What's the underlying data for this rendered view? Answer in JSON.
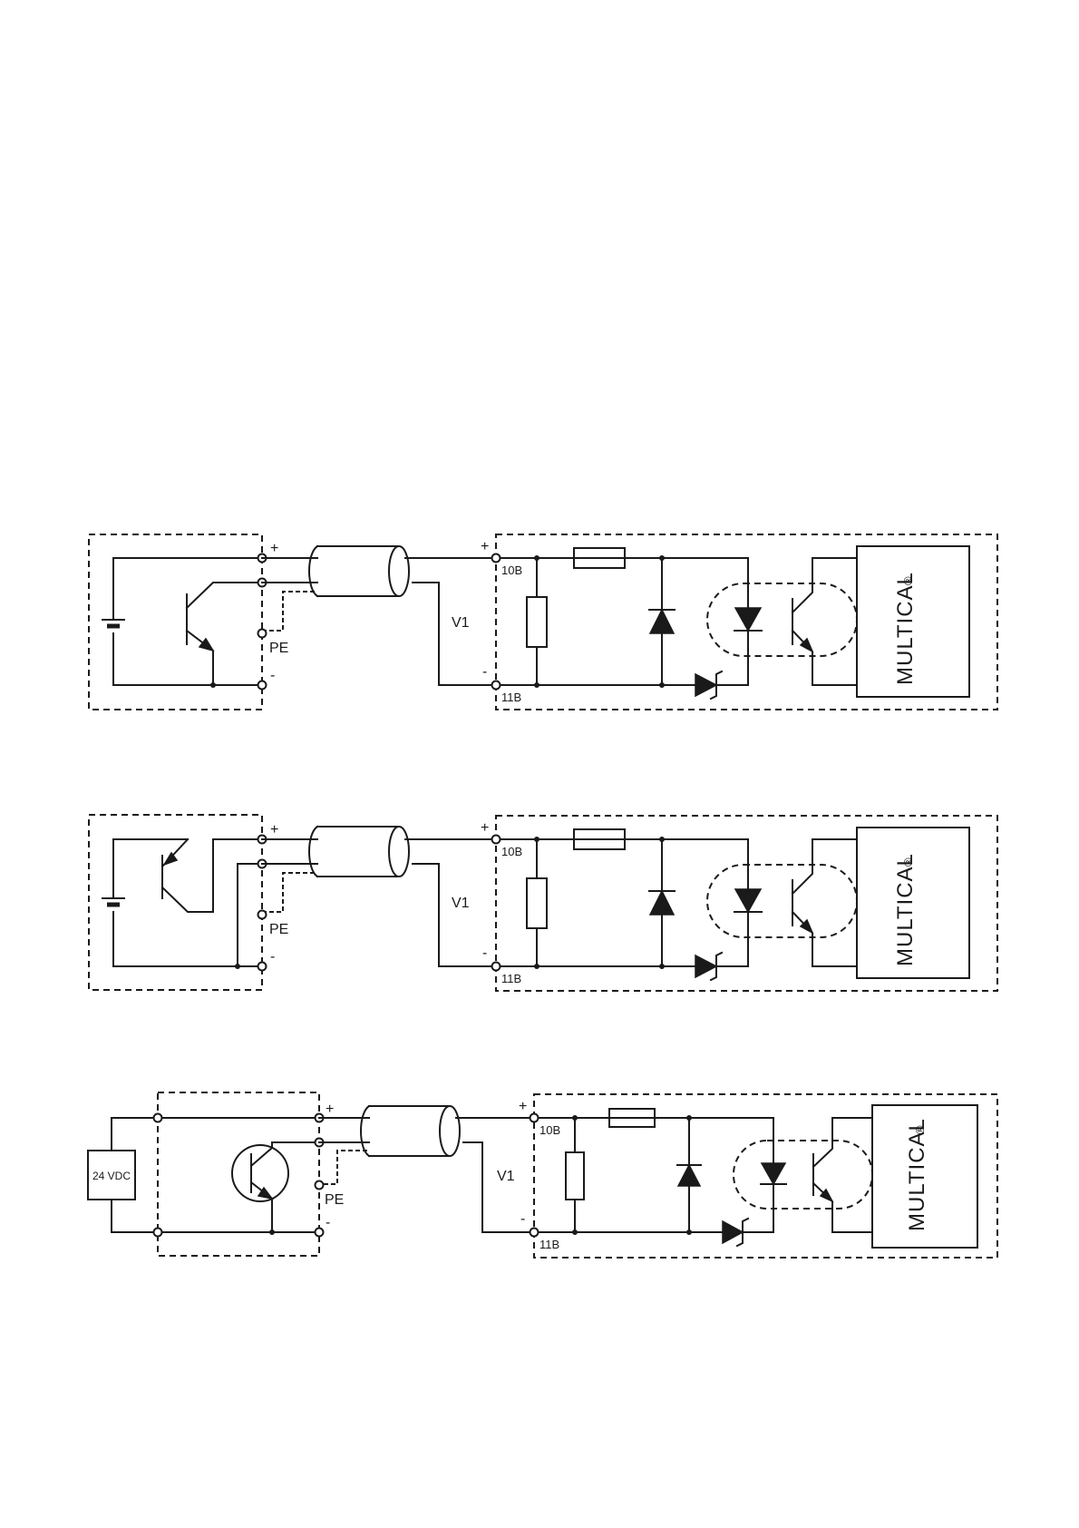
{
  "diagrams": [
    {
      "labels": {
        "plus_left": "+",
        "minus_left": "-",
        "pe": "PE",
        "plus_right": "+",
        "minus_right": "-",
        "t10": "10B",
        "t11": "11B",
        "v1": "V1",
        "brand": "MULTICAL",
        "reg": "®"
      }
    },
    {
      "labels": {
        "plus_left": "+",
        "minus_left": "-",
        "pe": "PE",
        "plus_right": "+",
        "minus_right": "-",
        "t10": "10B",
        "t11": "11B",
        "v1": "V1",
        "brand": "MULTICAL",
        "reg": "®"
      }
    },
    {
      "labels": {
        "plus_left": "+",
        "minus_left": "-",
        "pe": "PE",
        "plus_right": "+",
        "minus_right": "-",
        "t10": "10B",
        "t11": "11B",
        "v1": "V1",
        "brand": "MULTICAL",
        "reg": "®",
        "supply": "24 VDC"
      }
    }
  ]
}
